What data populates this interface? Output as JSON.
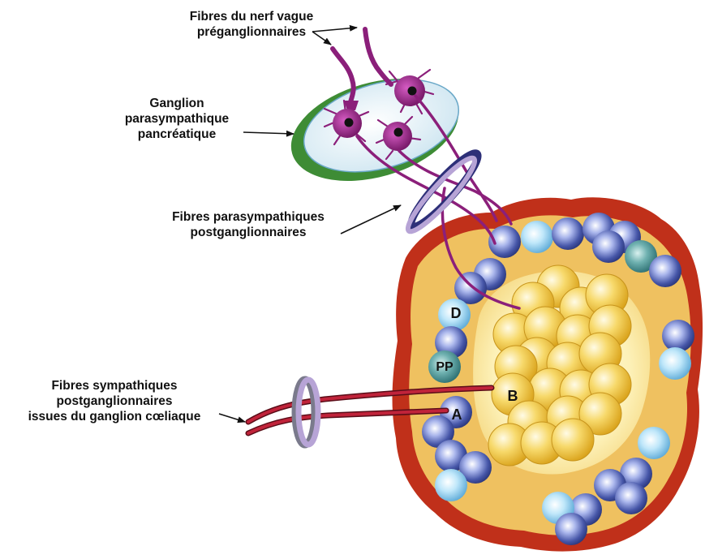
{
  "labels": {
    "vague": [
      "Fibres du nerf vague",
      "préganglionnaires"
    ],
    "ganglion": [
      "Ganglion",
      "parasympathique",
      "pancréatique"
    ],
    "para": [
      "Fibres parasympathiques",
      "postganglionnaires"
    ],
    "symp": [
      "Fibres sympathiques",
      "postganglionnaires",
      "issues du ganglion cœliaque"
    ]
  },
  "cells": {
    "D": "D",
    "PP": "PP",
    "B": "B",
    "A": "A"
  },
  "colors": {
    "acinus_outer": "#c0301a",
    "acinus_fill": "#f0c060",
    "islet_core": "#fdf3c0",
    "beta": "#f2c33a",
    "alpha": "#3d4f9e",
    "delta": "#8fd0f0",
    "pp": "#3f8d8f",
    "neuron": "#8b1f7a",
    "ganglion_rim": "#3e8c35",
    "ganglion_fill": "#dceef6",
    "sympathetic_fibre": "#c0233a",
    "ring_light": "#b7a4d6",
    "ring_dark": "#2d2f78"
  }
}
